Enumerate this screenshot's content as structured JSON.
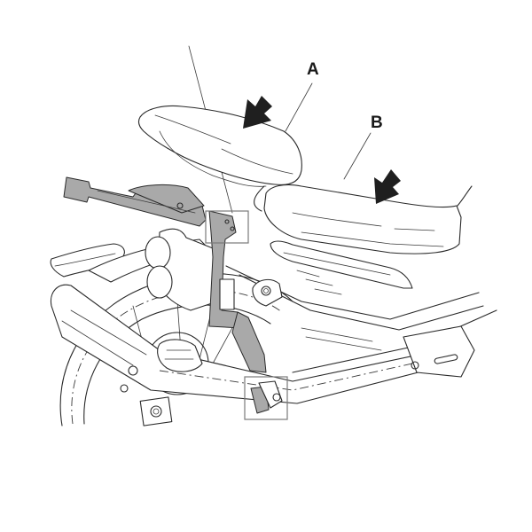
{
  "figure": {
    "description": "Motorcycle rear section technical illustration showing removal of seats",
    "labels": [
      {
        "id": "A",
        "text": "A",
        "refers_to": "passenger seat"
      },
      {
        "id": "B",
        "text": "B",
        "refers_to": "rider seat"
      }
    ],
    "arrows": [
      {
        "name": "press-arrow-seat-a",
        "direction": "down-right"
      },
      {
        "name": "press-arrow-seat-b",
        "direction": "down-right"
      }
    ],
    "callout_boxes": [
      {
        "name": "upper-bracket-detail-box"
      },
      {
        "name": "lower-bracket-detail-box"
      }
    ],
    "colors": {
      "line": "#2a2a2a",
      "highlight_part": "#a9a9a9",
      "callout_box": "#7a7a7a",
      "arrow": "#1f1f1f",
      "background": "#ffffff"
    }
  }
}
